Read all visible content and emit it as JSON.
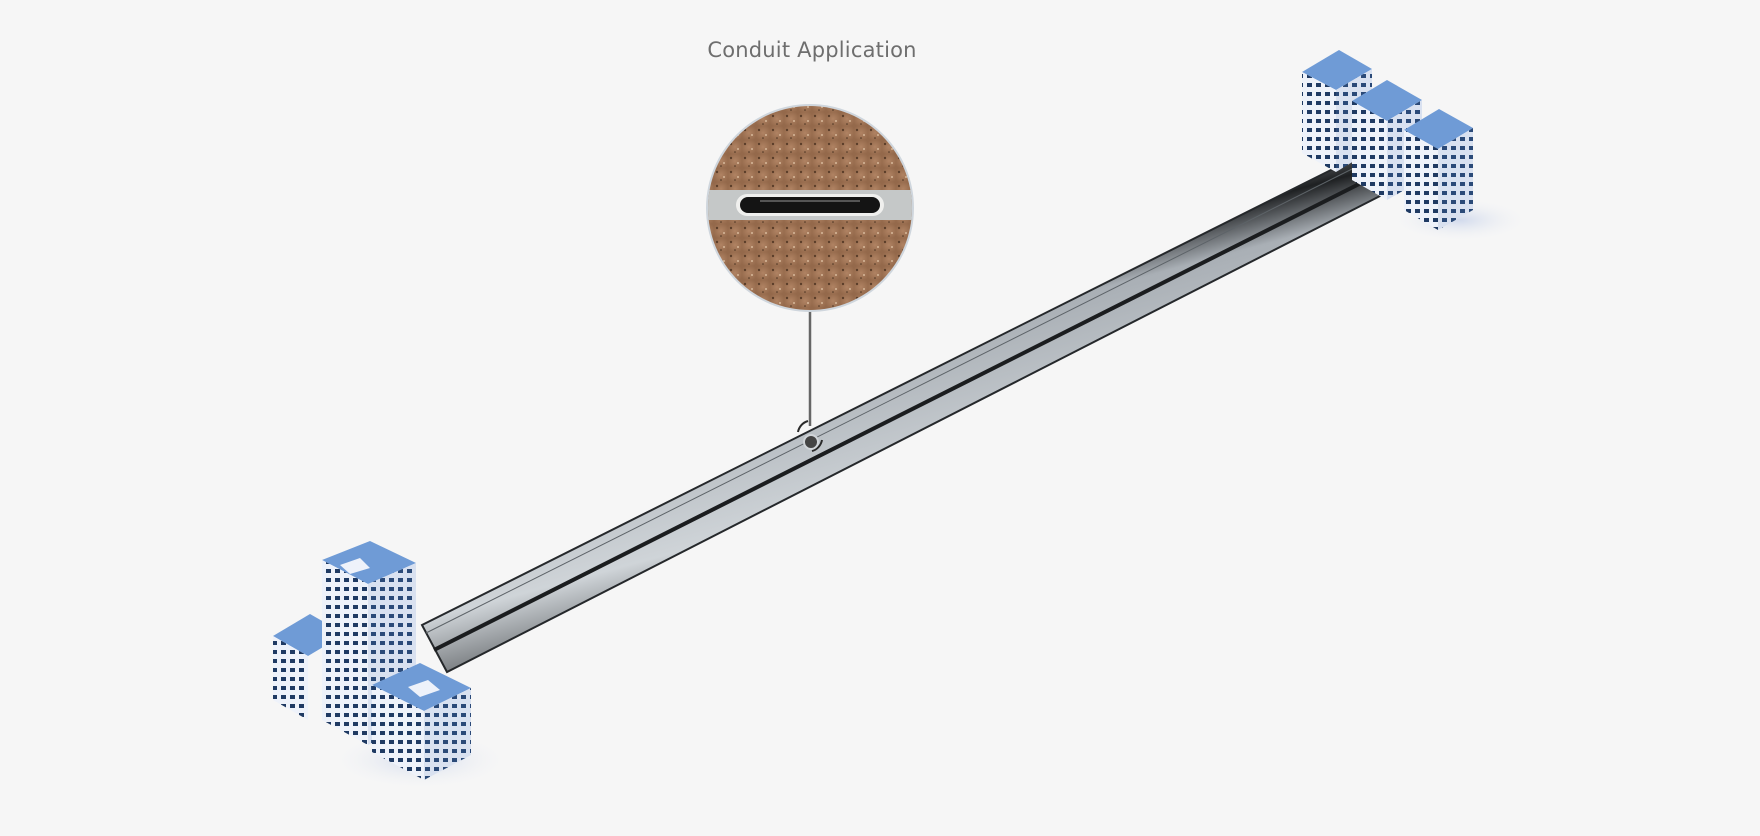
{
  "title": "Conduit Application",
  "colors": {
    "background": "#f6f6f6",
    "title": "#6e6e6e",
    "pipe": "#9aa0a6",
    "pipe_edge": "#2a2d30",
    "roof": "#6f9bd6",
    "facade": "#eef2fa",
    "window": "#1f3a63",
    "soil": "#a97d5c"
  },
  "icons": [
    "magnifier-callout",
    "building-cluster-left",
    "building-cluster-right",
    "conduit-pipe"
  ]
}
